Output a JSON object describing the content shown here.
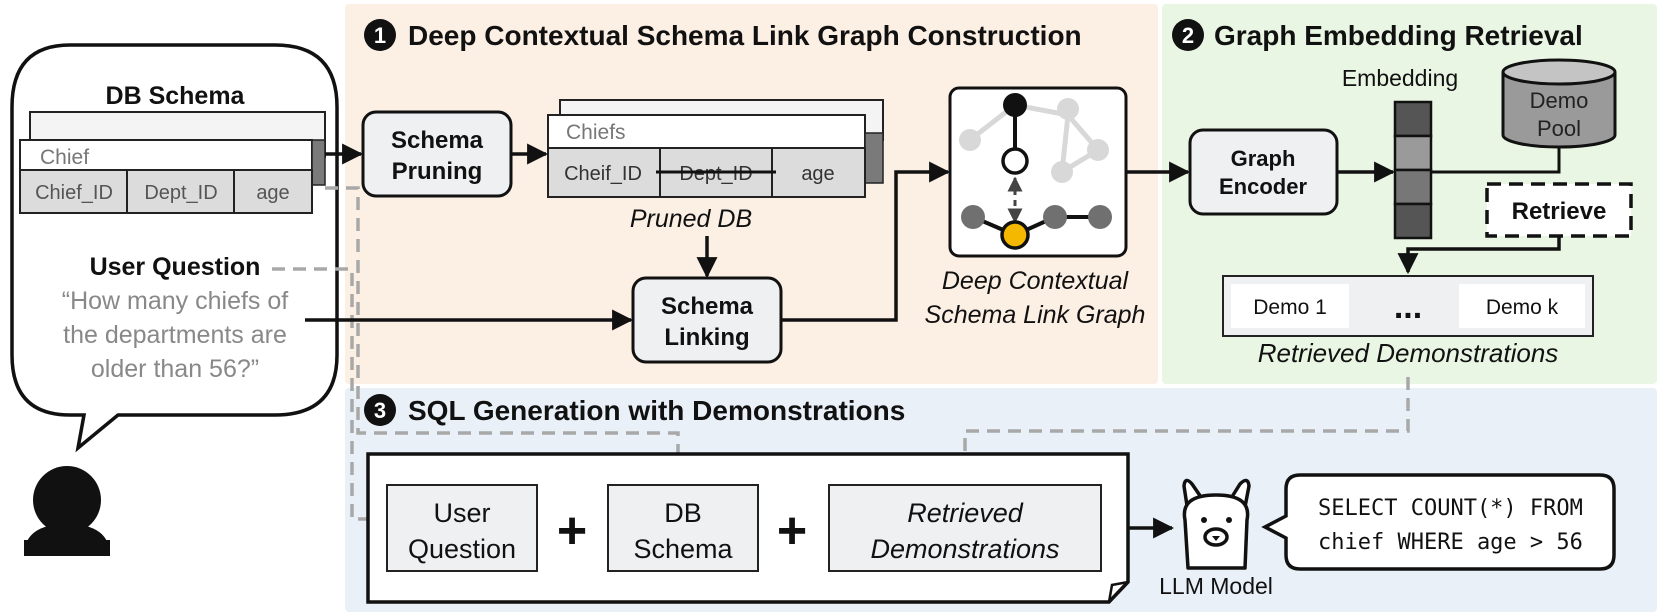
{
  "user_panel": {
    "schema_title": "DB Schema",
    "table_name": "Chief",
    "columns": [
      "Chief_ID",
      "Dept_ID",
      "age"
    ],
    "question_title": "User Question",
    "question_lines": [
      "“How many chiefs of",
      "the departments are",
      "older than 56?”"
    ]
  },
  "section1": {
    "number": "1",
    "title": "Deep Contextual Schema Link Graph Construction",
    "pruning_lines": [
      "Schema",
      "Pruning"
    ],
    "pruned_table_name": "Chiefs",
    "pruned_columns": [
      "Cheif_ID",
      "Dept_ID",
      "age"
    ],
    "pruned_caption": "Pruned DB",
    "linking_lines": [
      "Schema",
      "Linking"
    ],
    "graph_caption_lines": [
      "Deep Contextual",
      "Schema Link Graph"
    ]
  },
  "section2": {
    "number": "2",
    "title": "Graph Embedding Retrieval",
    "encoder_lines": [
      "Graph",
      "Encoder"
    ],
    "embedding_label": "Embedding",
    "pool_lines": [
      "Demo",
      "Pool"
    ],
    "retrieve_label": "Retrieve",
    "demo_first": "Demo 1",
    "demo_ellipsis": "...",
    "demo_last": "Demo k",
    "demos_caption": "Retrieved Demonstrations"
  },
  "section3": {
    "number": "3",
    "title": "SQL Generation with Demonstrations",
    "input_question_lines": [
      "User",
      "Question"
    ],
    "input_schema_lines": [
      "DB",
      "Schema"
    ],
    "input_demos_lines": [
      "Retrieved",
      "Demonstrations"
    ],
    "plus_sign": "+",
    "llm_label": "LLM Model",
    "sql_lines": [
      "SELECT COUNT(*) FROM",
      "chief WHERE age > 56"
    ]
  },
  "colors": {
    "section1_bg": "#fcefe4",
    "section2_bg": "#eaf6e4",
    "section3_bg": "#e9f0f8",
    "box_fill": "#eef0f2",
    "table_fill": "#dcdcdc",
    "highlight_node": "#f5b800",
    "dashed_line": "#a8a8a8"
  }
}
